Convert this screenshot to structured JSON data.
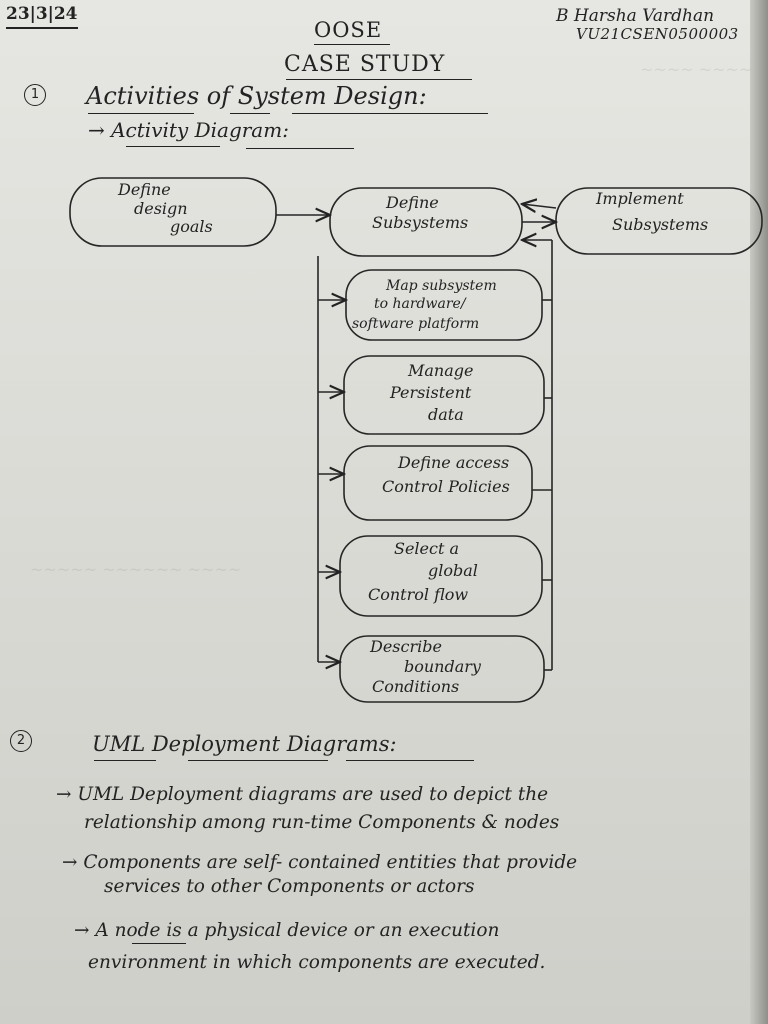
{
  "header": {
    "date": "23|3|24",
    "author_name": "B Harsha Vardhan",
    "author_id": "VU21CSEN0500003",
    "subject": "OOSE",
    "title": "CASE STUDY"
  },
  "section1": {
    "number": "1",
    "heading": "Activities of System Design:",
    "subheading": "→ Activity Diagram:"
  },
  "diagram": {
    "nodes": {
      "define_design_goals": [
        "Define",
        "design",
        "goals"
      ],
      "define_subsystems": [
        "Define",
        "Subsystems"
      ],
      "implement_subsystems": [
        "Implement",
        "Subsystems"
      ],
      "map_subsystem": [
        "Map subsystem",
        "to hardware/",
        "software platform"
      ],
      "manage_persistent": [
        "Manage",
        "Persistent",
        "data"
      ],
      "access_control": [
        "Define access",
        "Control Policies"
      ],
      "global_control": [
        "Select a",
        "global",
        "Control flow"
      ],
      "boundary": [
        "Describe",
        "boundary",
        "Conditions"
      ]
    }
  },
  "section2": {
    "number": "2",
    "heading": "UML Deployment Diagrams:",
    "lines": [
      "→ UML Deployment diagrams are used to depict the",
      "relationship among run-time Components & nodes",
      "→ Components are self- contained entities that provide",
      "services to other Components or actors",
      "→ A node is a physical device or an execution",
      "environment in which components are executed."
    ]
  }
}
